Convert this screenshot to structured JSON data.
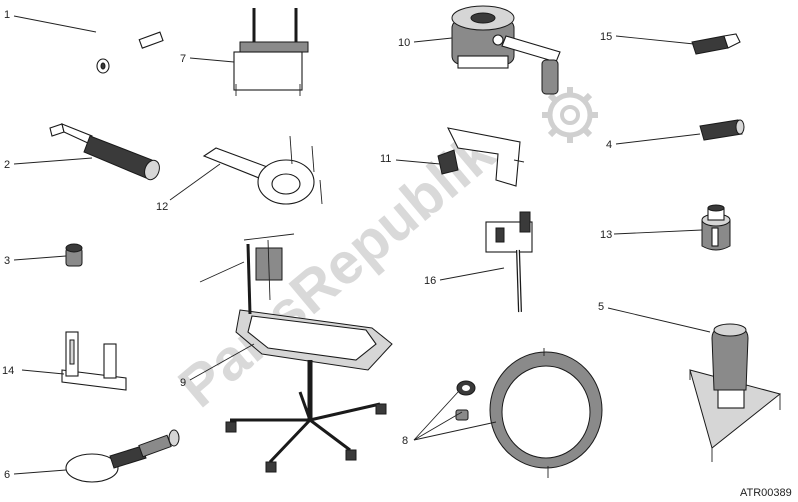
{
  "watermark": {
    "text": "PartsRepublik",
    "color": "#d9d9d9",
    "icon": "gear-icon"
  },
  "reference": "ATR00389",
  "callouts": [
    "1",
    "2",
    "3",
    "4",
    "5",
    "6",
    "7",
    "8",
    "9",
    "10",
    "11",
    "12",
    "13",
    "14",
    "15",
    "16"
  ]
}
